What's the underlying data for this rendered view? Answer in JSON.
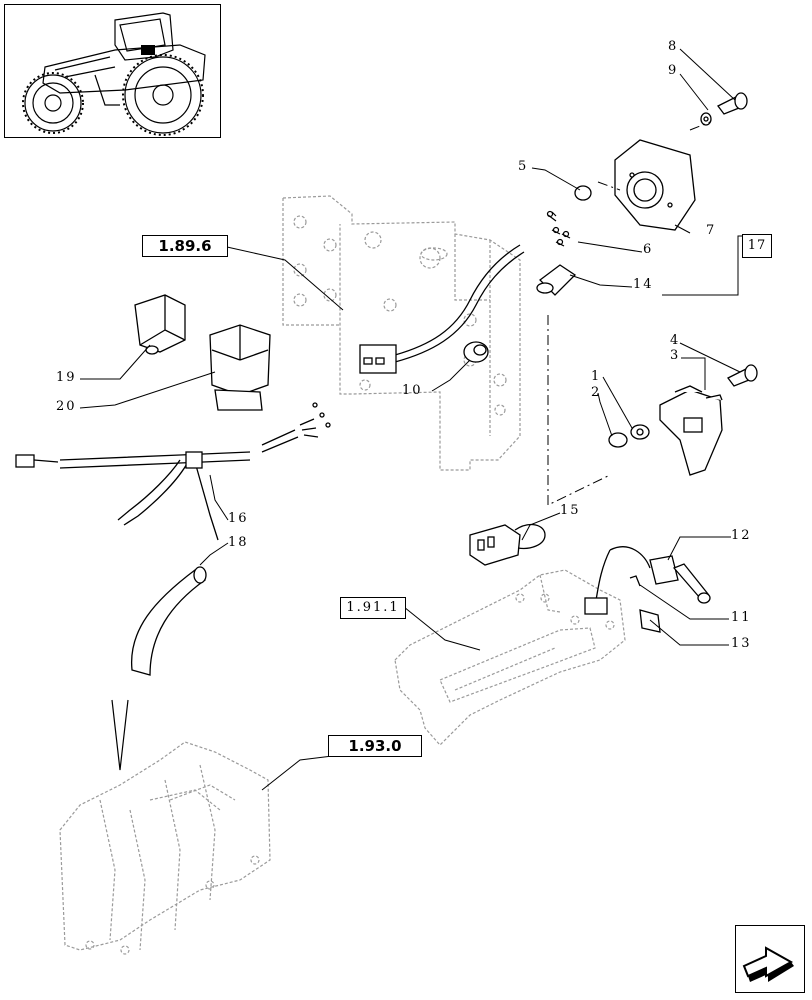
{
  "references": {
    "ref_1_89_6": "1.89.6",
    "ref_1_91_1": "1.91.1",
    "ref_1_93_0": "1.93.0",
    "ref_17": "17"
  },
  "callouts": {
    "c1": "1",
    "c2": "2",
    "c3": "3",
    "c4": "4",
    "c5": "5",
    "c6": "6",
    "c7": "7",
    "c8": "8",
    "c9": "9",
    "c10": "10",
    "c11": "11",
    "c12": "12",
    "c13": "13",
    "c14": "14",
    "c15": "15",
    "c16": "16",
    "c18": "18",
    "c19": "19",
    "c20": "20"
  },
  "icons": {
    "thumbnail": "tractor-thumbnail-icon",
    "navigation": "next-page-arrow-icon"
  },
  "colors": {
    "line": "#000000",
    "phantom": "#9a9a9a",
    "background": "#ffffff"
  }
}
